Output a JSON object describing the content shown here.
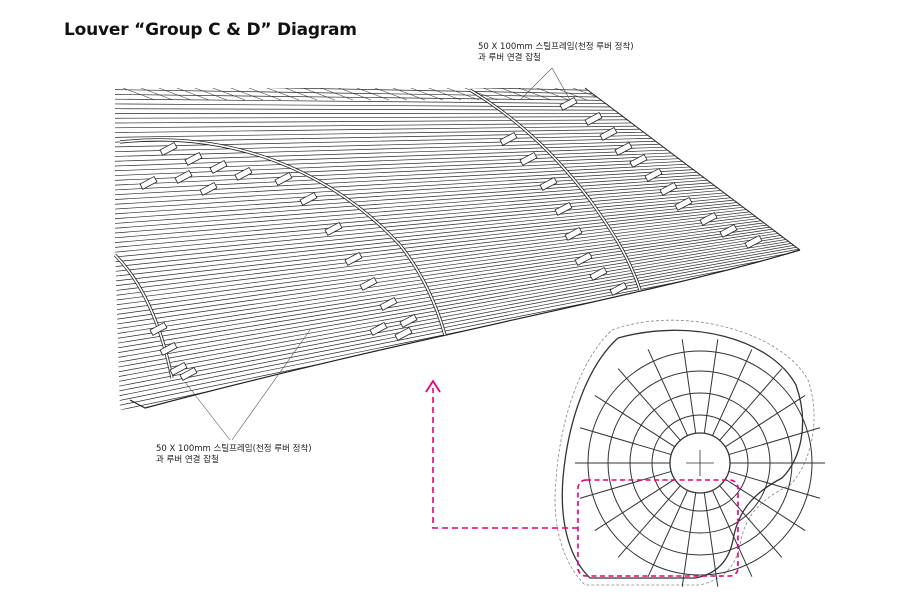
{
  "title": "Louver “Group C & D” Diagram",
  "annotations": [
    {
      "line1": "50 X 100mm 스틸프레임(천정 루버 정착)",
      "line2": "과 루버 연결 잡철"
    },
    {
      "line1": "50 X 100mm 스틸프레임(천정 루버 정착)",
      "line2": "과 루버 연결 잡철"
    }
  ],
  "colors": {
    "linework": "#222222",
    "highlight": "#e6007e"
  },
  "icons": {
    "arrow": "arrow-up-icon"
  }
}
